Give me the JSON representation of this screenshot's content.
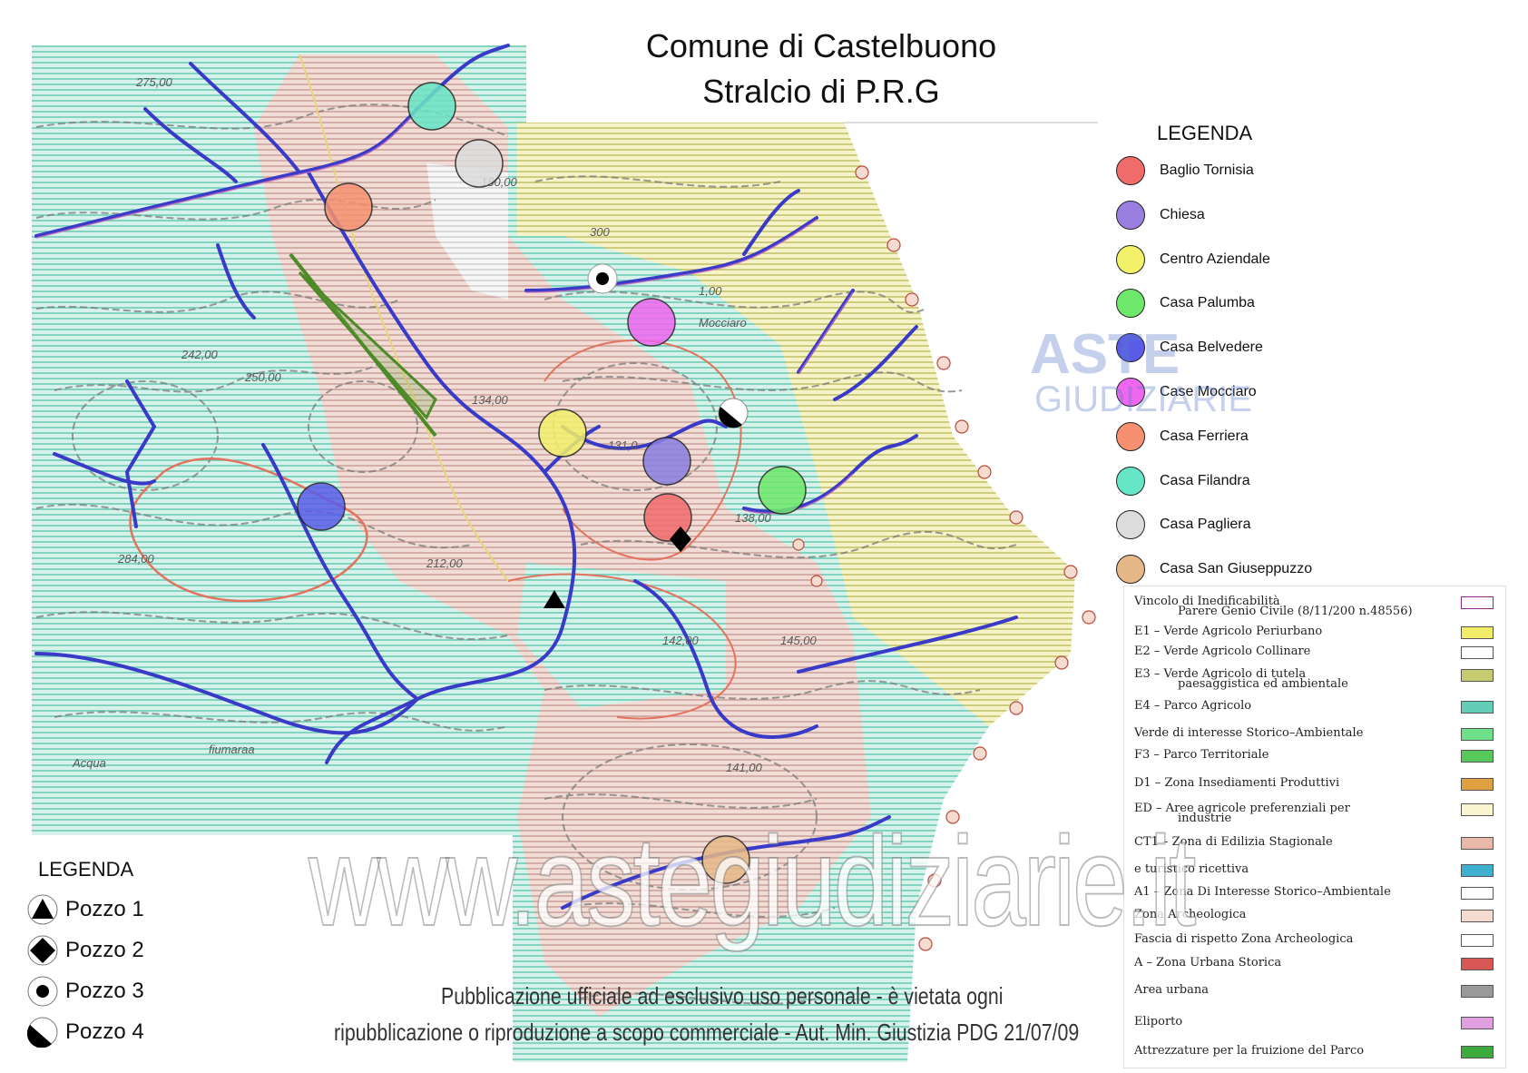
{
  "title": {
    "line1": "Comune di Castelbuono",
    "line2": "Stralcio di P.R.G"
  },
  "legend_sites": {
    "heading": "LEGENDA",
    "items": [
      {
        "label": "Baglio Tornisia",
        "color": "#f06b6b"
      },
      {
        "label": "Chiesa",
        "color": "#9a7fe0"
      },
      {
        "label": "Centro Aziendale",
        "color": "#f3f06a"
      },
      {
        "label": "Casa Palumba",
        "color": "#6ee86a"
      },
      {
        "label": "Casa Belvedere",
        "color": "#5a5ce8"
      },
      {
        "label": "Case Mocciaro",
        "color": "#ef66ef"
      },
      {
        "label": "Casa Ferriera",
        "color": "#f69070"
      },
      {
        "label": "Casa Filandra",
        "color": "#66e6c6"
      },
      {
        "label": "Casa Pagliera",
        "color": "#dcdcdc"
      },
      {
        "label": "Casa San Giuseppuzzo",
        "color": "#e6b888"
      }
    ]
  },
  "legend_zones": [
    {
      "label": "Vincolo di Inedificabilità",
      "sub": "Parere Genio Civile (8/11/200 n.48556)",
      "swatch": "#ffffff",
      "swatch_stroke": "#8a2a8a"
    },
    {
      "label": "E1  –  Verde Agricolo Periurbano",
      "swatch": "#f2ec6a"
    },
    {
      "label": "E2  –  Verde Agricolo Collinare",
      "swatch": "#ffffff"
    },
    {
      "label": "E3  –  Verde Agricolo di tutela",
      "sub": "paesaggistica ed ambientale",
      "swatch": "#c8cc70"
    },
    {
      "label": "E4  –  Parco Agricolo",
      "swatch": "#64cdb8"
    },
    {
      "label": "Verde di interesse Storico–Ambientale",
      "swatch": "#6ee08a"
    },
    {
      "label": "F3  –  Parco Territoriale",
      "swatch": "#58c85a"
    },
    {
      "label": "D1  –  Zona Insediamenti Produttivi",
      "swatch": "#e0a040"
    },
    {
      "label": "ED  –  Aree agricole preferenziali per",
      "sub": "industrie",
      "swatch": "#f8f4d0"
    },
    {
      "label": "CT1  –  Zona di Edilizia Stagionale",
      "swatch": "#e8b8a8"
    },
    {
      "label": "e turistico ricettiva",
      "swatch": "#40b0d0"
    },
    {
      "label": "A1  –  Zona Di Interesse Storico–Ambientale",
      "swatch": "#ffffff"
    },
    {
      "label": "Zona Archeologica",
      "swatch": "#f6dcd0"
    },
    {
      "label": "Fascia di rispetto Zona Archeologica",
      "swatch": "#ffffff"
    },
    {
      "label": "A  –  Zona Urbana Storica",
      "swatch": "#d85858"
    },
    {
      "label": "Area urbana",
      "swatch": "#9a9a9a"
    },
    {
      "label": "Eliporto",
      "swatch": "#e0a0e0"
    },
    {
      "label": "Attrezzature per la fruizione del Parco",
      "swatch": "#3caa3c"
    }
  ],
  "legend_wells": {
    "heading": "LEGENDA",
    "items": [
      {
        "label": "Pozzo 1",
        "icon": "triangle-icon"
      },
      {
        "label": "Pozzo 2",
        "icon": "diamond-icon"
      },
      {
        "label": "Pozzo 3",
        "icon": "dot-icon"
      },
      {
        "label": "Pozzo 4",
        "icon": "half-circle-icon"
      }
    ]
  },
  "contour_labels": [
    "275,00",
    "180,00",
    "300",
    "1,00",
    "Mocciaro",
    "242,00",
    "250,00",
    "134,00",
    "131,0",
    "138,00",
    "284,00",
    "212,00",
    "142,00",
    "145,00",
    "141,00",
    "Acqua",
    "fiumaraa"
  ],
  "watermark": {
    "brand1": "ASTE",
    "brand2": "GIUDIZIARIE",
    "url": "www.astegiudiziarie.it"
  },
  "disclaimer": {
    "line1": "Pubblicazione ufficiale ad esclusivo uso personale - è vietata ogni",
    "line2": "ripubblicazione o riproduzione a scopo commerciale - Aut. Min. Giustizia PDG 21/07/09"
  }
}
